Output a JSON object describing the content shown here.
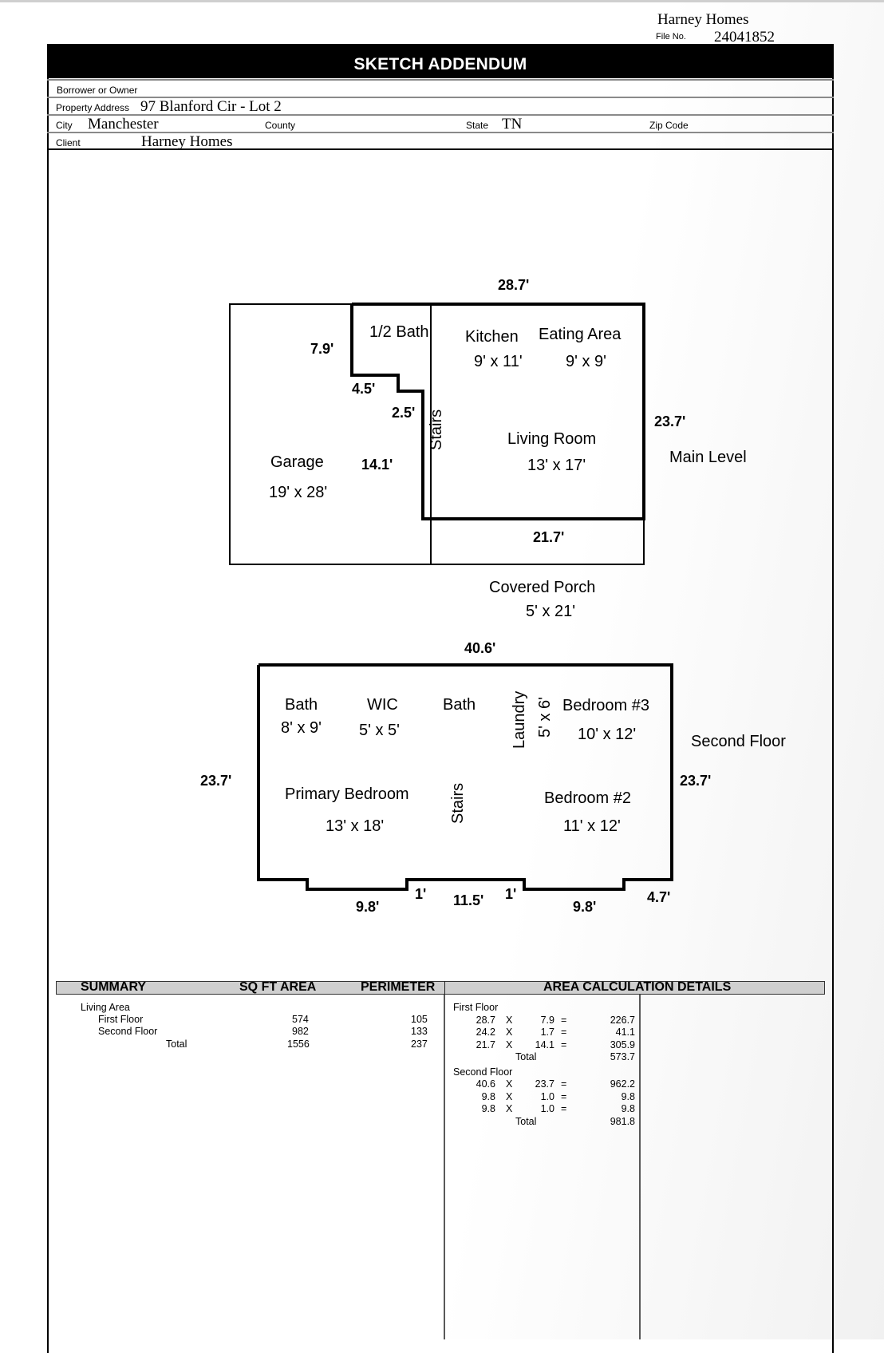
{
  "header": {
    "company": "Harney Homes",
    "file_no_label": "File No.",
    "file_no": "24041852",
    "title": "SKETCH ADDENDUM"
  },
  "fields": {
    "borrower_label": "Borrower or Owner",
    "borrower": "",
    "property_address_label": "Property Address",
    "property_address": "97 Blanford Cir - Lot 2",
    "city_label": "City",
    "city": "Manchester",
    "county_label": "County",
    "county": "",
    "state_label": "State",
    "state": "TN",
    "zip_label": "Zip Code",
    "zip": "",
    "client_label": "Client",
    "client": "Harney Homes"
  },
  "main_level": {
    "label": "Main Level",
    "dimensions": {
      "top": "28.7'",
      "left_upper": "7.9'",
      "step_horizontal": "4.5'",
      "step_vertical": "2.5'",
      "left_lower": "14.1'",
      "right": "23.7'",
      "bottom": "21.7'"
    },
    "rooms": [
      {
        "name": "1/2 Bath",
        "size": ""
      },
      {
        "name": "Kitchen",
        "size": "9' x 11'"
      },
      {
        "name": "Eating Area",
        "size": "9' x 9'"
      },
      {
        "name": "Stairs",
        "size": ""
      },
      {
        "name": "Living Room",
        "size": "13' x 17'"
      },
      {
        "name": "Garage",
        "size": "19' x 28'"
      },
      {
        "name": "Covered Porch",
        "size": "5' x 21'"
      }
    ]
  },
  "second_floor": {
    "label": "Second Floor",
    "dimensions": {
      "top": "40.6'",
      "left": "23.7'",
      "right": "23.7'",
      "bottom_left": "9.8'",
      "bump_left": "1'",
      "bottom_center": "11.5'",
      "bump_right": "1'",
      "bottom_right": "9.8'",
      "corner_right": "4.7'"
    },
    "rooms": [
      {
        "name": "Bath",
        "size": "8' x 9'"
      },
      {
        "name": "WIC",
        "size": "5' x 5'"
      },
      {
        "name": "Bath",
        "size": ""
      },
      {
        "name": "Laundry",
        "size": "5' x 6'"
      },
      {
        "name": "Bedroom #3",
        "size": "10' x 12'"
      },
      {
        "name": "Primary Bedroom",
        "size": "13' x 18'"
      },
      {
        "name": "Stairs",
        "size": ""
      },
      {
        "name": "Bedroom #2",
        "size": "11' x 12'"
      }
    ]
  },
  "summary": {
    "headers": {
      "summary": "SUMMARY",
      "area": "SQ FT AREA",
      "perimeter": "PERIMETER",
      "details": "AREA CALCULATION DETAILS"
    },
    "living_area_label": "Living Area",
    "rows": [
      {
        "label": "First Floor",
        "area": "574",
        "perimeter": "105"
      },
      {
        "label": "Second Floor",
        "area": "982",
        "perimeter": "133"
      }
    ],
    "total": {
      "label": "Total",
      "area": "1556",
      "perimeter": "237"
    }
  },
  "calculations": [
    {
      "floor": "First Floor",
      "lines": [
        {
          "a": "28.7",
          "op": "X",
          "b": "7.9",
          "eq": "=",
          "result": "226.7"
        },
        {
          "a": "24.2",
          "op": "X",
          "b": "1.7",
          "eq": "=",
          "result": "41.1"
        },
        {
          "a": "21.7",
          "op": "X",
          "b": "14.1",
          "eq": "=",
          "result": "305.9"
        }
      ],
      "total_label": "Total",
      "total": "573.7"
    },
    {
      "floor": "Second Floor",
      "lines": [
        {
          "a": "40.6",
          "op": "X",
          "b": "23.7",
          "eq": "=",
          "result": "962.2"
        },
        {
          "a": "9.8",
          "op": "X",
          "b": "1.0",
          "eq": "=",
          "result": "9.8"
        },
        {
          "a": "9.8",
          "op": "X",
          "b": "1.0",
          "eq": "=",
          "result": "9.8"
        }
      ],
      "total_label": "Total",
      "total": "981.8"
    }
  ]
}
